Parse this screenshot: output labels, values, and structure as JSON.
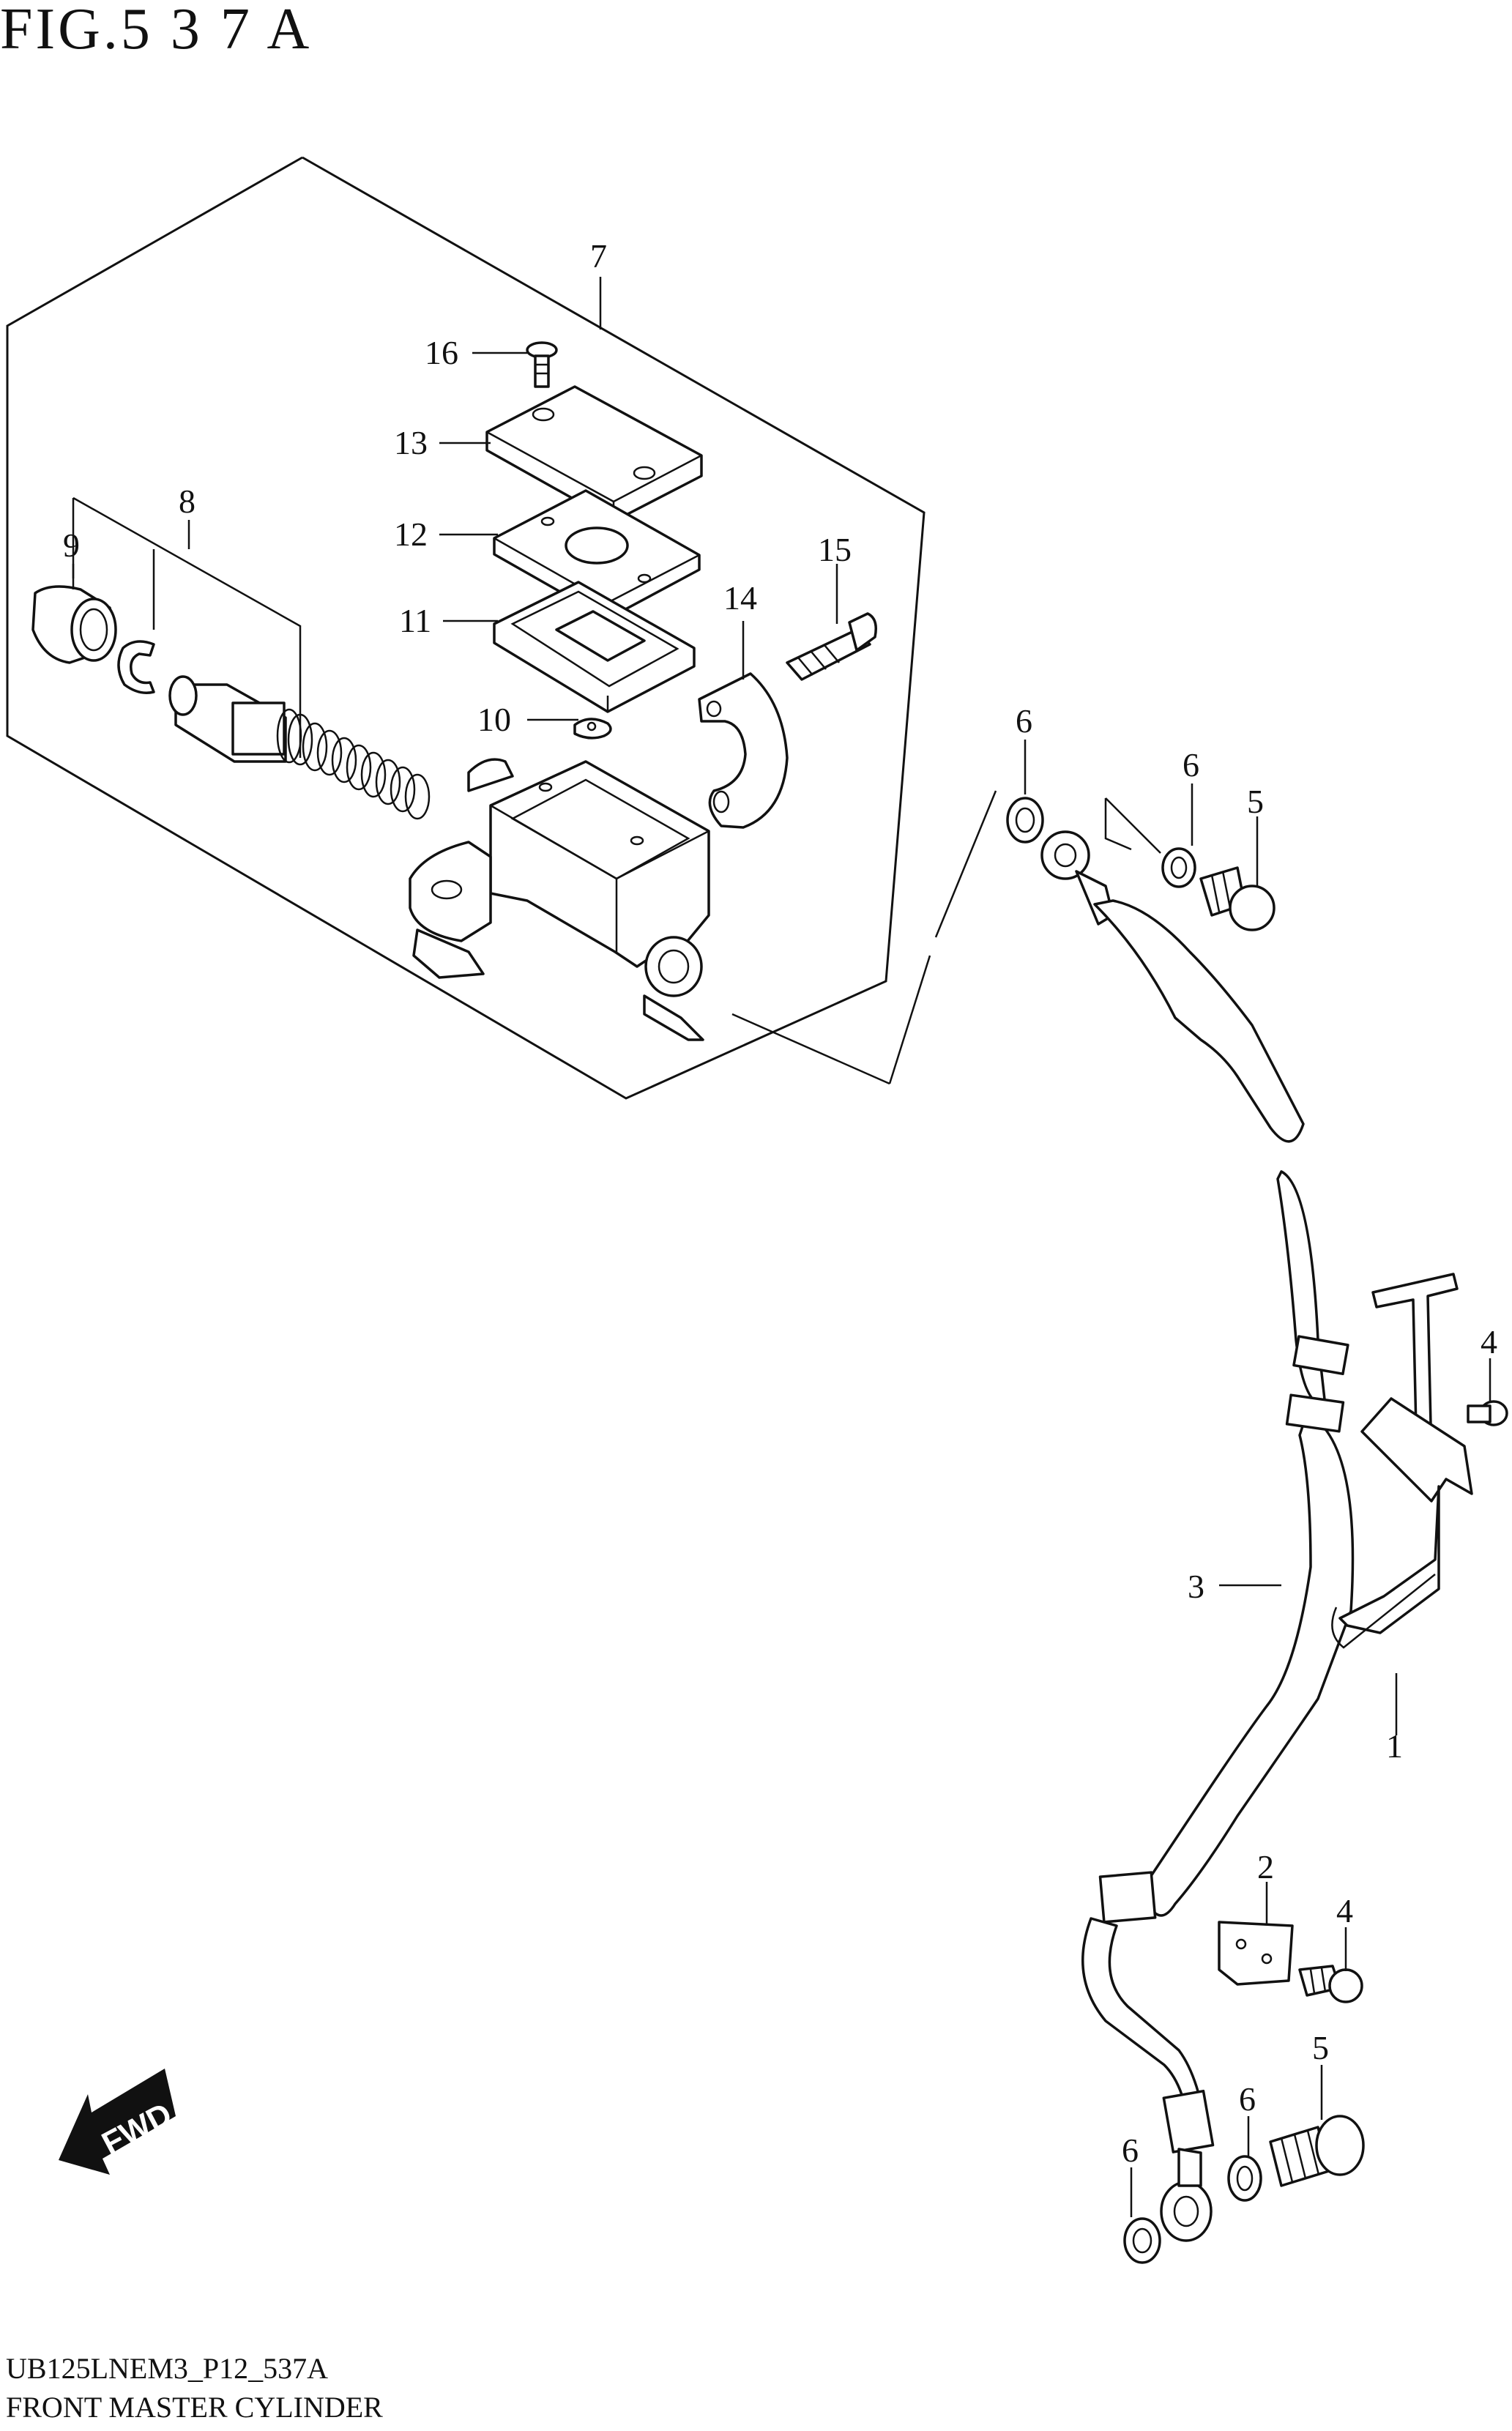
{
  "figure": {
    "title": "FIG.5 3 7 A",
    "model_code": "UB125LNEM3_P12_537A",
    "caption": "FRONT MASTER CYLINDER"
  },
  "fwd_arrow": {
    "label": "FWD"
  },
  "callouts": [
    {
      "id": "1",
      "label": "1"
    },
    {
      "id": "2",
      "label": "2"
    },
    {
      "id": "3",
      "label": "3"
    },
    {
      "id": "4a",
      "label": "4"
    },
    {
      "id": "4b",
      "label": "4"
    },
    {
      "id": "5a",
      "label": "5"
    },
    {
      "id": "5b",
      "label": "5"
    },
    {
      "id": "6a",
      "label": "6"
    },
    {
      "id": "6b",
      "label": "6"
    },
    {
      "id": "6c",
      "label": "6"
    },
    {
      "id": "6d",
      "label": "6"
    },
    {
      "id": "7",
      "label": "7"
    },
    {
      "id": "8",
      "label": "8"
    },
    {
      "id": "9",
      "label": "9"
    },
    {
      "id": "10",
      "label": "10"
    },
    {
      "id": "11",
      "label": "11"
    },
    {
      "id": "12",
      "label": "12"
    },
    {
      "id": "13",
      "label": "13"
    },
    {
      "id": "14",
      "label": "14"
    },
    {
      "id": "15",
      "label": "15"
    },
    {
      "id": "16",
      "label": "16"
    }
  ]
}
